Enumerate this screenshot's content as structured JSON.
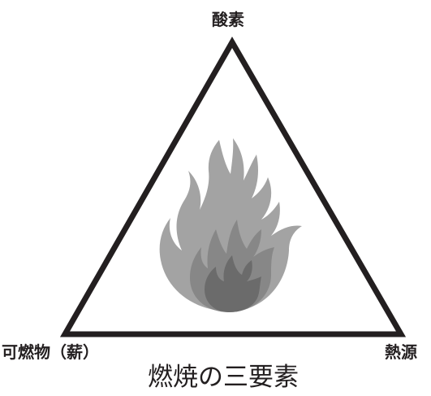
{
  "diagram": {
    "title": "燃焼の三要素",
    "vertices": {
      "top": "酸素",
      "left": "可燃物（薪）",
      "right": "熱源"
    },
    "center_icon": "flame-icon"
  },
  "colors": {
    "stroke": "#231f20",
    "flame_outer": "#a3a3a3",
    "flame_mid": "#878787",
    "flame_inner": "#6b6b6b",
    "text": "#231f20",
    "background": "#ffffff"
  }
}
